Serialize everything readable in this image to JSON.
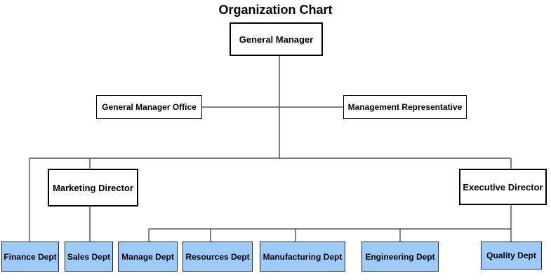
{
  "title": "Organization Chart",
  "nodes": {
    "general_manager": "General Manager",
    "general_manager_office": "General Manager Office",
    "management_representative": "Management Representative",
    "marketing_director": "Marketing Director",
    "executive_director": "Executive Director"
  },
  "departments": {
    "finance": "Finance Dept",
    "sales": "Sales Dept",
    "manage": "Manage Dept",
    "resources": "Resources Dept",
    "manufacturing": "Manufacturing Dept",
    "engineering": "Engineering Dept",
    "quality": "Quality Dept"
  },
  "colors": {
    "department_fill": "#9ccafa",
    "line": "#555555"
  }
}
